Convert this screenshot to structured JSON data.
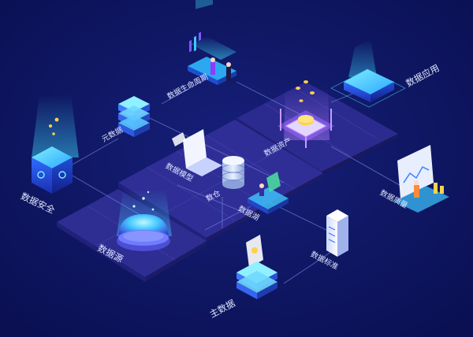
{
  "labels": {
    "data_lifecycle": "数据生命周期",
    "data_application": "数据应用",
    "metadata": "元数据",
    "data_assets": "数据资产",
    "data_modeling": "数据模型",
    "data_security": "数据安全",
    "data_warehouse": "数仓",
    "data_lake": "数据湖",
    "data_quality": "数据质量",
    "data_source": "数据源",
    "data_standard": "数据标准",
    "master_data": "主数据"
  },
  "colors": {
    "background": "#0b1258",
    "platform": "#2e2d92",
    "accent_cyan": "#3fe0ff",
    "accent_purple": "#9b5cff",
    "accent_gold": "#ffd24a"
  }
}
